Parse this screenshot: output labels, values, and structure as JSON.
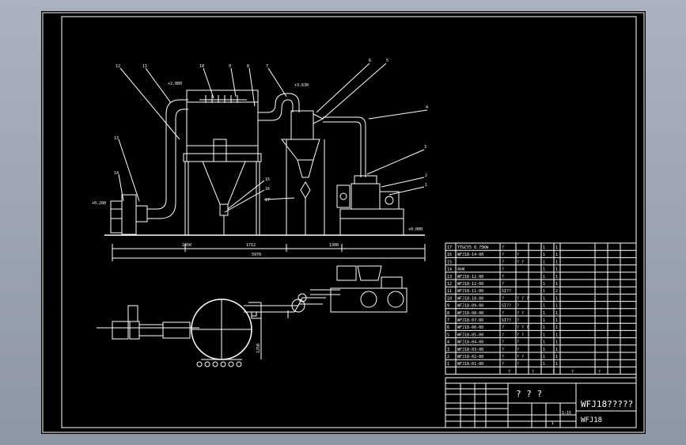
{
  "drawing": {
    "elevations": {
      "left": "+0.280",
      "top_left": "+2.880",
      "top_right": "+3.630",
      "floor": "+0.000"
    },
    "dims": {
      "d1": "2450",
      "d2": "1712",
      "d3": "1300",
      "total": "5970",
      "plan_v": "1250"
    },
    "leaders": [
      "12",
      "11",
      "10",
      "9",
      "8",
      "7",
      "6",
      "5",
      "4",
      "3",
      "2",
      "1",
      "13",
      "14",
      "15",
      "16",
      "17"
    ]
  },
  "bom": {
    "rows": [
      {
        "no": "17",
        "code": "YTGCY5  0.75KW",
        "c2": "?",
        "c3": "",
        "c4": "1",
        "c5": "1"
      },
      {
        "no": "16",
        "code": "WFJ18-14-00",
        "c2": "?",
        "c3": "?",
        "c4": "1",
        "c5": "1"
      },
      {
        "no": "15",
        "code": "",
        "c2": "?",
        "c3": "? ?",
        "c4": "1",
        "c5": "1"
      },
      {
        "no": "14",
        "code": "         4kW",
        "c2": "?",
        "c3": "",
        "c4": "1",
        "c5": "1"
      },
      {
        "no": "13",
        "code": "WFJ18-12-00",
        "c2": "?",
        "c3": "",
        "c4": "1",
        "c5": "1"
      },
      {
        "no": "12",
        "code": "WFJ18-12-00",
        "c2": "?",
        "c3": "",
        "c4": "1",
        "c5": "1"
      },
      {
        "no": "11",
        "code": "WFJ18-11-00",
        "c2": "SI??",
        "c3": "",
        "c4": "1",
        "c5": "2"
      },
      {
        "no": "10",
        "code": "WFJ18-10-00",
        "c2": "?",
        "c3": "? ? ?",
        "c4": "1",
        "c5": "1"
      },
      {
        "no": "9",
        "code": "WFJ18-09-00",
        "c2": "SI??",
        "c3": "?",
        "c4": "1",
        "c5": "1"
      },
      {
        "no": "8",
        "code": "WFJ18-08-00",
        "c2": "?",
        "c3": "? ?",
        "c4": "1",
        "c5": "1"
      },
      {
        "no": "7",
        "code": "WFJ18-07-00",
        "c2": "SI??",
        "c3": "?",
        "c4": "1",
        "c5": "1"
      },
      {
        "no": "6",
        "code": "WFJ18-06-00",
        "c2": "?",
        "c3": "? ? ?",
        "c4": "1",
        "c5": "1"
      },
      {
        "no": "5",
        "code": "WFJ18-05-00",
        "c2": "?",
        "c3": "? ?",
        "c4": "1",
        "c5": "1"
      },
      {
        "no": "4",
        "code": "WFJ18-04-00",
        "c2": "?",
        "c3": "?",
        "c4": "1",
        "c5": "1"
      },
      {
        "no": "3",
        "code": "WFJ18-03-00",
        "c2": "?",
        "c3": "?",
        "c4": "1",
        "c5": "1"
      },
      {
        "no": "2",
        "code": "WFJ18-02-00",
        "c2": "?",
        "c3": "? ?",
        "c4": "1",
        "c5": "1"
      },
      {
        "no": "1",
        "code": "WFJ18-01-00",
        "c2": "?",
        "c3": "?",
        "c4": "1",
        "c5": "1"
      }
    ],
    "header": [
      "?",
      "?",
      "?",
      "?",
      "?"
    ]
  },
  "title_block": {
    "center": "? ? ?",
    "name": "WFJ18?????",
    "code": "WFJ18",
    "scale": "1:15",
    "sheet": "1"
  }
}
